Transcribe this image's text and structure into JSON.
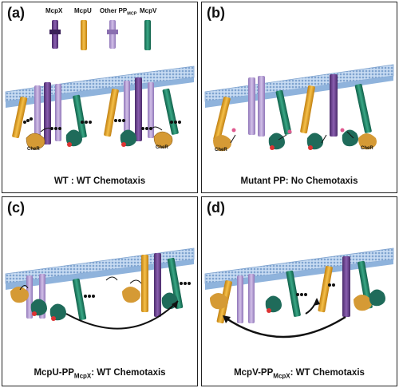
{
  "panels": {
    "a": {
      "label": "(a)",
      "caption": "WT : WT Chemotaxis"
    },
    "b": {
      "label": "(b)",
      "caption": "Mutant PP: No Chemotaxis"
    },
    "c": {
      "label": "(c)",
      "caption_main": "McpU-PP",
      "caption_sub": "McpX",
      "caption_tail": ": WT Chemotaxis"
    },
    "d": {
      "label": "(d)",
      "caption_main": "McpV-PP",
      "caption_sub": "McpX",
      "caption_tail": ": WT Chemotaxis"
    }
  },
  "legend": {
    "mcpx": "McpX",
    "mcpu": "McpU",
    "other_main": "Other PP",
    "other_sub": "MCP",
    "mcpv": "McpV"
  },
  "enzyme_label": "CheR",
  "colors": {
    "mcpx": "#6b3f8f",
    "mcpu": "#e2a82a",
    "other": "#b49ad0",
    "mcpv": "#1f8a6a",
    "cher": "#c98a2a",
    "cheb": "#1f6b5a",
    "membrane": "#a9c6e8"
  }
}
